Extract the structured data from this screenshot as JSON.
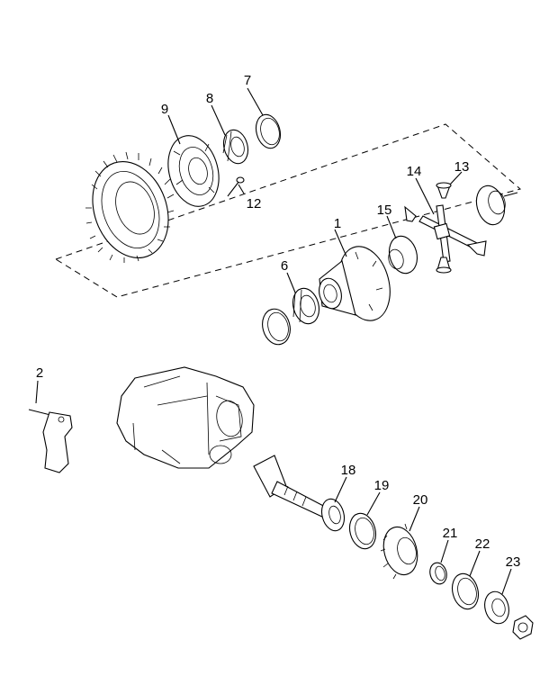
{
  "diagram": {
    "callouts": [
      {
        "id": "c1",
        "label": "1"
      },
      {
        "id": "c2",
        "label": "2"
      },
      {
        "id": "c6",
        "label": "6"
      },
      {
        "id": "c7",
        "label": "7"
      },
      {
        "id": "c8",
        "label": "8"
      },
      {
        "id": "c9",
        "label": "9"
      },
      {
        "id": "c12",
        "label": "12"
      },
      {
        "id": "c13",
        "label": "13"
      },
      {
        "id": "c14",
        "label": "14"
      },
      {
        "id": "c15",
        "label": "15"
      },
      {
        "id": "c18",
        "label": "18"
      },
      {
        "id": "c19",
        "label": "19"
      },
      {
        "id": "c20",
        "label": "20"
      },
      {
        "id": "c21",
        "label": "21"
      },
      {
        "id": "c22",
        "label": "22"
      },
      {
        "id": "c23",
        "label": "23"
      }
    ],
    "colors": {
      "ink": "#000000",
      "background": "#ffffff"
    }
  }
}
